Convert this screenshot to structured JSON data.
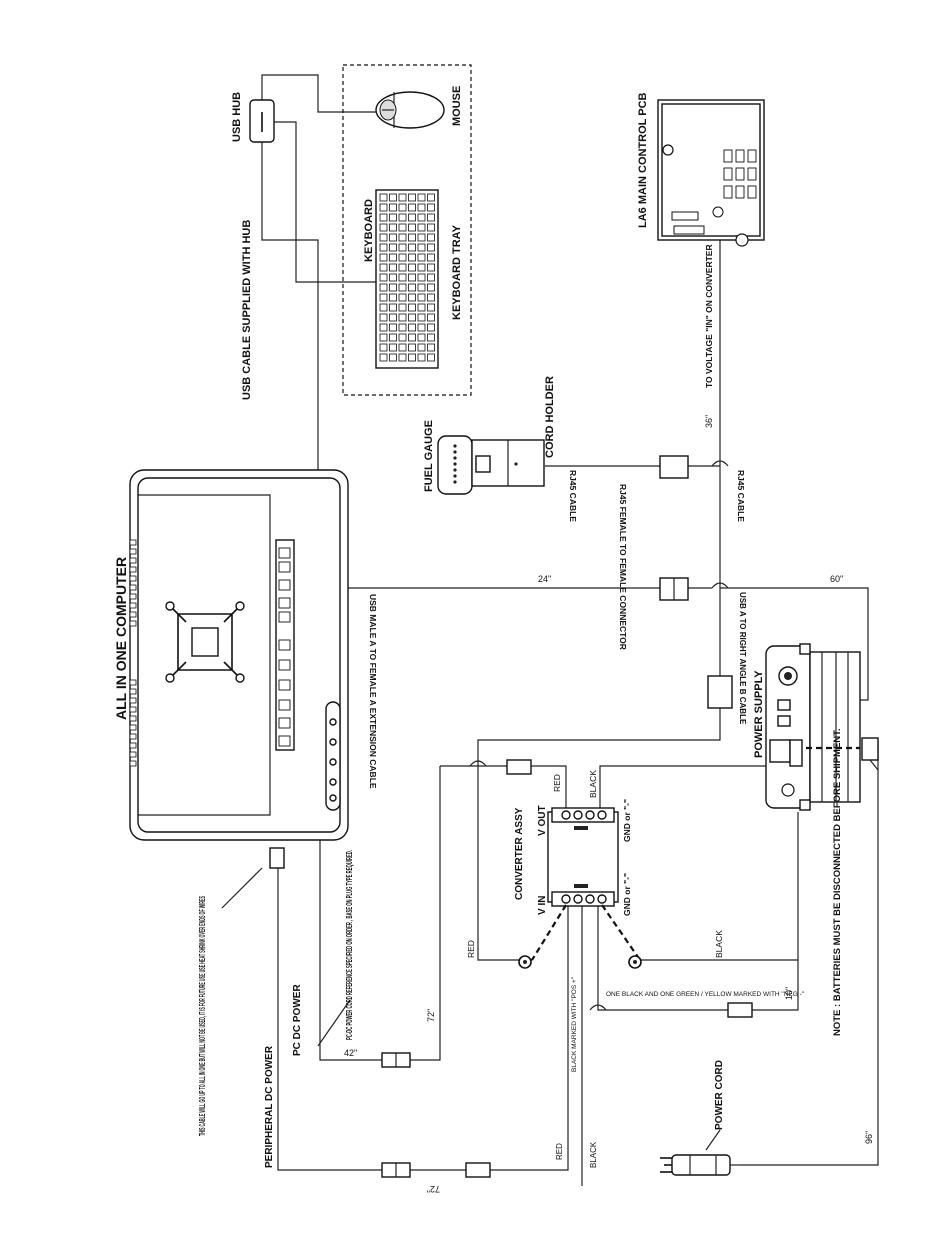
{
  "labels": {
    "usb_hub": "USB HUB",
    "mouse": "MOUSE",
    "keyboard": "KEYBOARD",
    "keyboard_tray": "KEYBOARD TRAY",
    "usb_cable_hub": "USB CABLE SUPPLIED WITH HUB",
    "la6_pcb": "LA6 MAIN CONTROL PCB",
    "voltage_in": "TO VOLTAGE \"IN\" ON CONVERTER",
    "cord_holder": "CORD HOLDER",
    "fuel_gauge": "FUEL GAUGE",
    "rj45_top": "RJ45 CABLE",
    "rj45_female": "RJ45 FEMALE TO FEMALE CONNECTOR",
    "rj45_right": "RJ45 CABLE",
    "all_in_one": "ALL IN ONE COMPUTER",
    "usb_ext_cable": "USB MALE A TO FEMALE A EXTENSION CABLE",
    "usb_right_angle": "USB A TO RIGHT ANGLE B CABLE",
    "power_supply": "POWER SUPPLY",
    "converter_assy": "CONVERTER ASSY",
    "v_out": "V OUT",
    "v_in": "V IN",
    "gnd_out": "GND or \"-\"",
    "gnd_in": "GND or \"-\"",
    "red_out": "RED",
    "black_out": "BLACK",
    "red_in": "RED",
    "black_in": "BLACK",
    "one_black_green": "ONE BLACK AND ONE GREEN / YELLOW MARKED WITH \"NEG -\"",
    "black_marked_pos": "BLACK MARKED WITH \"POS +\"",
    "red_bottom": "RED",
    "black_bottom": "BLACK",
    "note_batteries": "NOTE : BATTERIES MUST BE DISCONNECTED BEFORE SHIPMENT.",
    "power_cord": "POWER CORD",
    "this_cable_note": "THIS CABLE WILL GO UP TO ALL IN ONE BUT WILL NOT BE USED, IT IS FOR FUTURE USE USE HEAT SHRINK OVER ENDS OF WIRES",
    "peripheral_dc": "PERIPHERAL DC POWER",
    "pc_dc": "PC DC POWER",
    "pc_dc_ref": "PC-DC POWER CORD REFERENCE SPECIFIED ON ORDER , BASE ON PLUG TYPE REQUIRED."
  },
  "dimensions": {
    "d36": "36\"",
    "d24": "24\"",
    "d60": "60\"",
    "d72a": "72\"",
    "d42": "42\"",
    "d10": "10\"",
    "d96": "96\"",
    "d72b": "72\""
  },
  "colors": {
    "line": "#222222",
    "background": "#ffffff"
  }
}
